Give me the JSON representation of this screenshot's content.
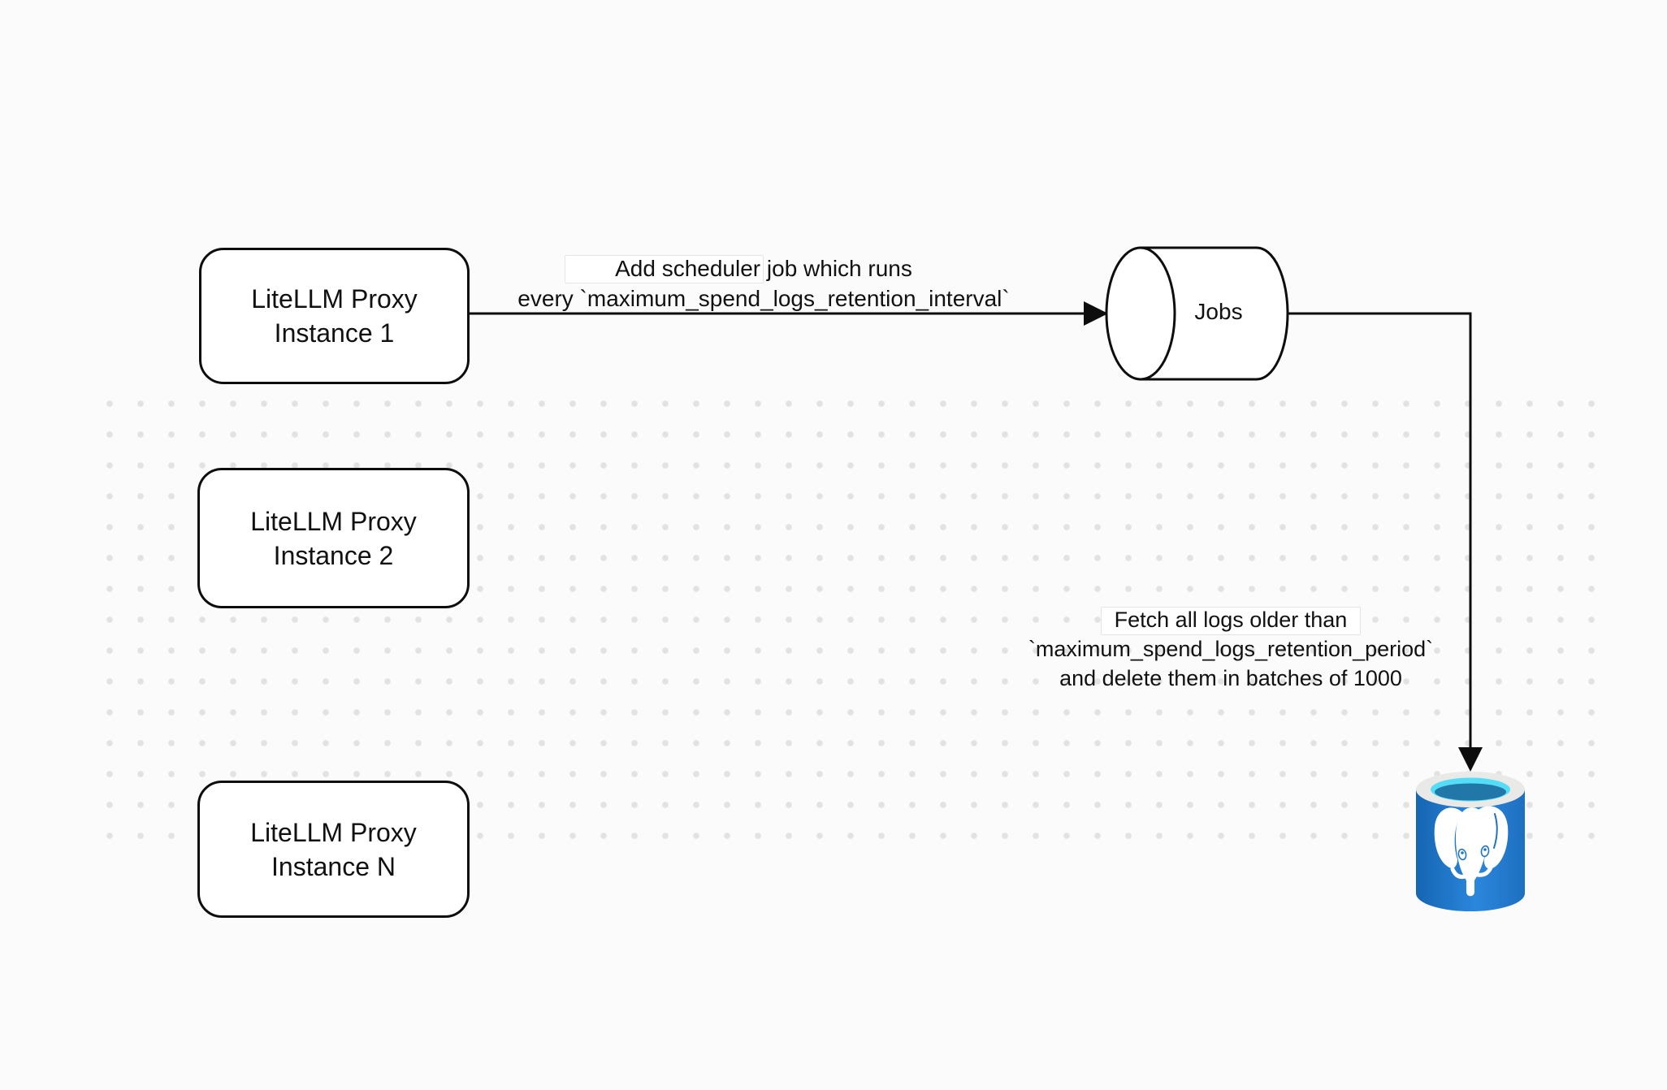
{
  "diagram": {
    "nodes": {
      "proxy1": {
        "line1": "LiteLLM Proxy",
        "line2": "Instance 1"
      },
      "proxy2": {
        "line1": "LiteLLM Proxy",
        "line2": "Instance 2"
      },
      "proxyN": {
        "line1": "LiteLLM Proxy",
        "line2": "Instance N"
      },
      "jobs": {
        "label": "Jobs"
      },
      "postgres": {
        "icon": "postgresql-database-icon"
      }
    },
    "edges": {
      "scheduler": {
        "line1": "Add scheduler job which runs",
        "line2": "every `maximum_spend_logs_retention_interval`"
      },
      "cleanup": {
        "line1": "Fetch all logs older than",
        "line2": "`maximum_spend_logs_retention_period`",
        "line3": "and delete them in batches of 1000"
      }
    },
    "colors": {
      "background": "#fbfbfb",
      "grid_dot": "#e2e2e2",
      "stroke": "#0d0d0d",
      "node_fill": "#ffffff",
      "postgres_blue_dark": "#1565b2",
      "postgres_blue_light": "#2b87dd",
      "postgres_ring": "#e9e9e8",
      "postgres_cyan": "#55dcf6",
      "postgres_inner": "#2177a8",
      "elephant": "#ffffff"
    }
  }
}
